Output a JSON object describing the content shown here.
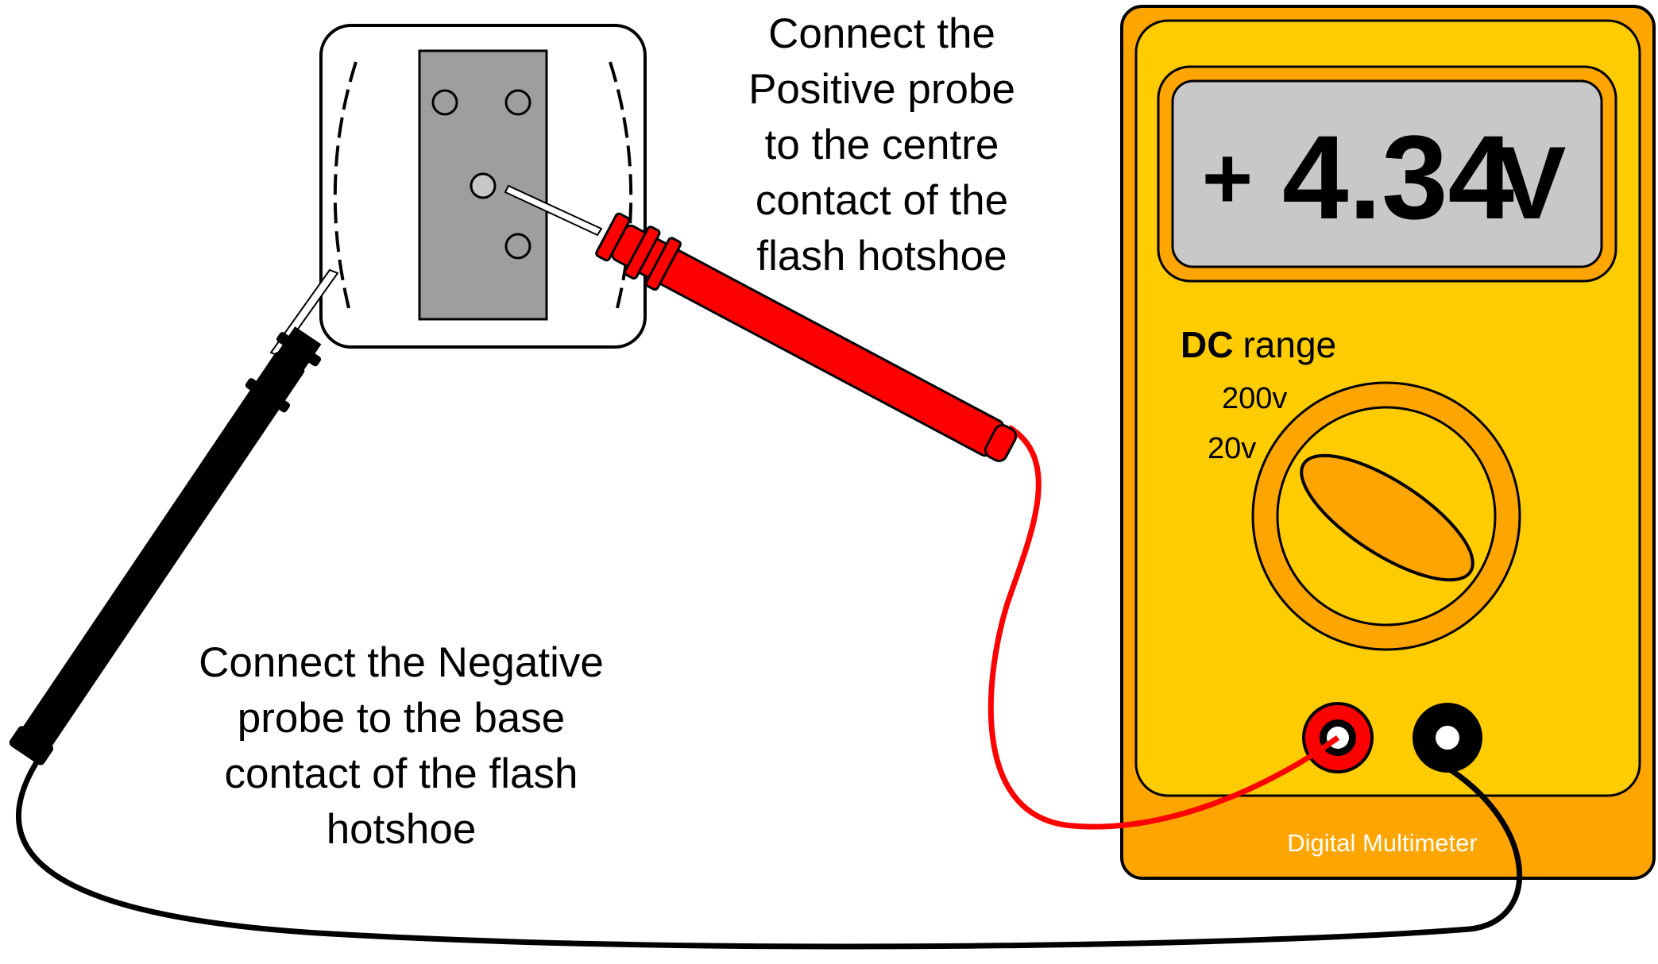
{
  "labels": {
    "positive_instruction": [
      "Connect the",
      "Positive probe",
      "to the centre",
      "contact of the",
      "flash hotshoe"
    ],
    "negative_instruction": [
      "Connect the Negative",
      "probe to the base",
      "contact of the flash",
      "hotshoe"
    ]
  },
  "meter": {
    "display_sign": "+",
    "display_value": "4.34",
    "display_unit": "V",
    "range_mode": "DC",
    "range_word": "range",
    "dial_marks": [
      "200v",
      "20v"
    ],
    "brand_text": "Digital Multimeter"
  },
  "colors": {
    "meter_body": "#FFA500",
    "meter_face": "#FFCC00",
    "display_bg": "#C8C8C8",
    "positive_probe": "#FF0000",
    "negative_probe": "#000000",
    "hotshoe_plate": "#9E9E9E"
  }
}
